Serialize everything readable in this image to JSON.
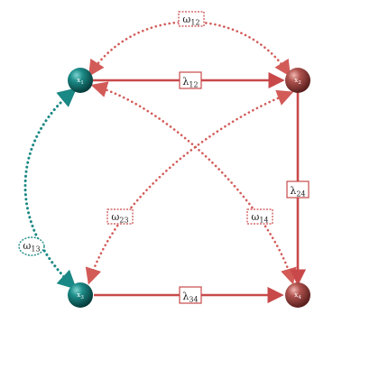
{
  "colors": {
    "solid_edge": "#c9494a",
    "dotted_edge": "#d25b58",
    "teal_edge": "#1a8884",
    "label_box_border": "#c9494a",
    "label_box_fill": "#ffffff",
    "teal_node": "#0f6b69",
    "red_node": "#a54a47"
  },
  "nodes": {
    "x1": {
      "base": "x",
      "sub": "1",
      "color": "teal"
    },
    "x2": {
      "base": "x",
      "sub": "2",
      "color": "red"
    },
    "x3": {
      "base": "x",
      "sub": "3",
      "color": "teal"
    },
    "x4": {
      "base": "x",
      "sub": "4",
      "color": "red"
    }
  },
  "edges": {
    "lambda12": {
      "base": "λ",
      "sub": "12",
      "style": "solid",
      "from": "x1",
      "to": "x2"
    },
    "lambda24": {
      "base": "λ",
      "sub": "24",
      "style": "solid",
      "from": "x2",
      "to": "x4"
    },
    "lambda34": {
      "base": "λ",
      "sub": "34",
      "style": "solid",
      "from": "x3",
      "to": "x4"
    },
    "omega12": {
      "base": "ω",
      "sub": "12",
      "style": "dotted",
      "from": "x1",
      "to": "x2"
    },
    "omega23": {
      "base": "ω",
      "sub": "23",
      "style": "dotted",
      "from": "x2",
      "to": "x3"
    },
    "omega14": {
      "base": "ω",
      "sub": "14",
      "style": "dotted",
      "from": "x1",
      "to": "x4"
    },
    "omega13": {
      "base": "ω",
      "sub": "13",
      "style": "dotted",
      "from": "x1",
      "to": "x3"
    }
  }
}
